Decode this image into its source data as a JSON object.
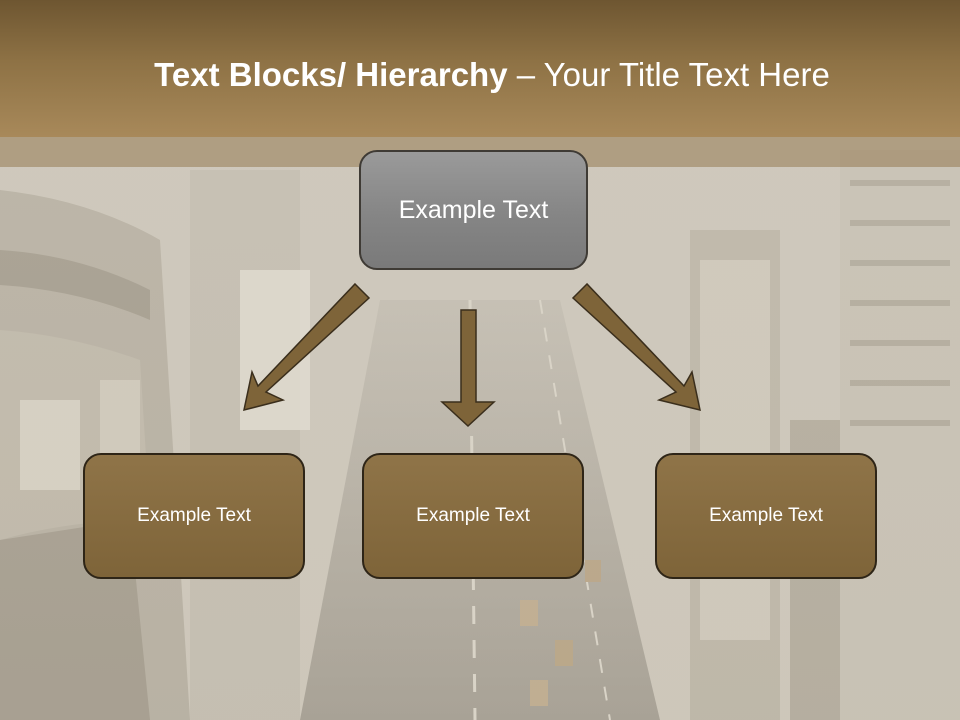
{
  "slide": {
    "title_bold": "Text Blocks/ Hierarchy",
    "title_separator": " – ",
    "title_rest": "Your Title Text Here"
  },
  "hierarchy": {
    "root": {
      "label": "Example Text"
    },
    "children": [
      {
        "label": "Example Text"
      },
      {
        "label": "Example Text"
      },
      {
        "label": "Example Text"
      }
    ]
  },
  "colors": {
    "title_bar": "#8e7245",
    "root_box": "#858585",
    "child_box": "#7e6439",
    "arrow": "#7e6439",
    "text": "#ffffff"
  }
}
